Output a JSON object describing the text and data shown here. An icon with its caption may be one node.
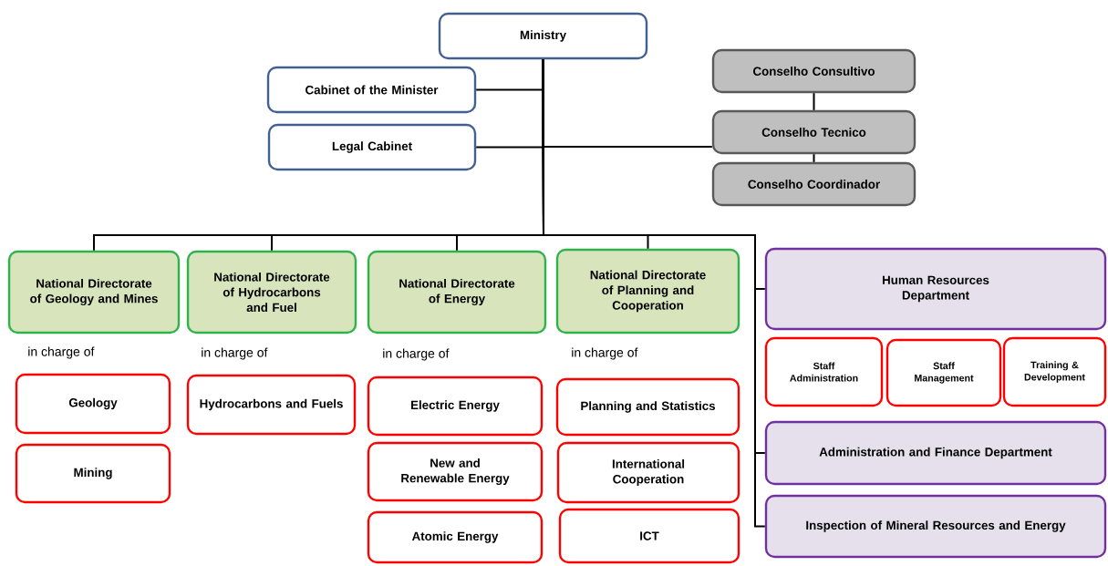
{
  "diagram": {
    "nodes": [
      {
        "text": [
          "Ministry"
        ]
      },
      {
        "text": [
          "Cabinet of the Minister"
        ]
      },
      {
        "text": [
          "Legal Cabinet"
        ]
      },
      {
        "text": [
          "Conselho Consultivo"
        ]
      },
      {
        "text": [
          "Conselho Tecnico"
        ]
      },
      {
        "text": [
          "Conselho Coordinador"
        ]
      },
      {
        "text": [
          "National Directorate of Geology and Mines"
        ],
        "beside": [
          "in charge of"
        ]
      },
      {
        "text": [
          "National Directorate of Hydrocarbons and Fuel"
        ],
        "beside": [
          "in charge of"
        ]
      },
      {
        "text": [
          "National Directorate of Energy"
        ],
        "beside": [
          "in charge of"
        ]
      },
      {
        "text": [
          "National Directorate of Planning and Cooperation"
        ],
        "beside": [
          "in charge of"
        ]
      },
      {
        "text": [
          "Human Resources Department"
        ]
      },
      {
        "text": [
          "Staff Administration"
        ]
      },
      {
        "text": [
          "Staff Management"
        ]
      },
      {
        "text": [
          "Training & Development"
        ]
      },
      {
        "text": [
          "Administration and Finance Department"
        ]
      },
      {
        "text": [
          "Inspection of Mineral Resources and Energy"
        ]
      },
      {
        "text": [
          "Geology"
        ]
      },
      {
        "text": [
          "Mining"
        ]
      },
      {
        "text": [
          "Hydrocarbons and Fuels"
        ]
      },
      {
        "text": [
          "Electric Energy"
        ]
      },
      {
        "text": [
          "New and Renewable Energy"
        ]
      },
      {
        "text": [
          "Atomic Energy"
        ]
      },
      {
        "text": [
          "Planning and Statistics"
        ]
      },
      {
        "text": [
          "International Cooperation"
        ]
      },
      {
        "text": [
          "ICT"
        ]
      }
    ],
    "edges": [
      {
        "from": 0,
        "to": 1,
        "arrow": "none"
      },
      {
        "from": 0,
        "to": 2,
        "arrow": "none"
      },
      {
        "from": 0,
        "to": 4,
        "arrow": "none"
      },
      {
        "from": 3,
        "to": 4,
        "arrow": "none"
      },
      {
        "from": 4,
        "to": 5,
        "arrow": "none"
      },
      {
        "from": 0,
        "to": 6,
        "arrow": "none"
      },
      {
        "from": 0,
        "to": 7,
        "arrow": "none"
      },
      {
        "from": 0,
        "to": 8,
        "arrow": "none"
      },
      {
        "from": 0,
        "to": 9,
        "arrow": "none"
      },
      {
        "from": 0,
        "to": 10,
        "arrow": "none"
      },
      {
        "from": 0,
        "to": 14,
        "arrow": "none"
      },
      {
        "from": 0,
        "to": 15,
        "arrow": "none"
      }
    ]
  }
}
